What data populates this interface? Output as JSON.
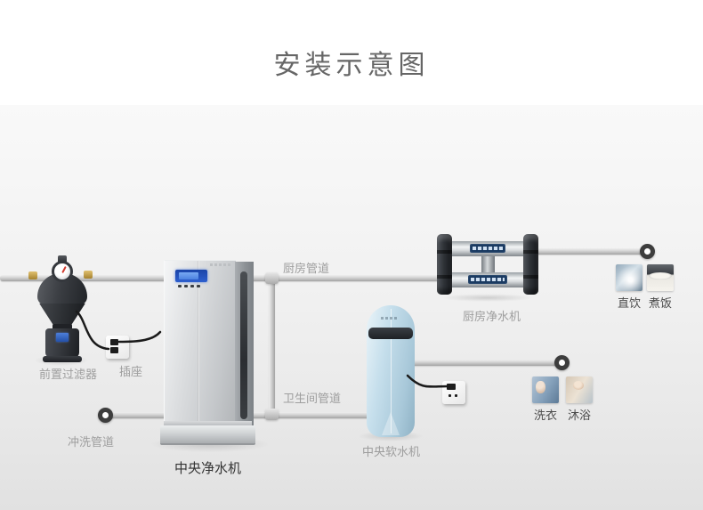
{
  "title": "安装示意图",
  "devices": {
    "pre_filter": {
      "label": "前置过滤器"
    },
    "power_socket": {
      "label": "插座"
    },
    "central_purifier": {
      "label": "中央净水机"
    },
    "central_softener": {
      "label": "中央软水机"
    },
    "kitchen_purifier": {
      "label": "厨房净水机"
    }
  },
  "pipes": {
    "kitchen": {
      "label": "厨房管道"
    },
    "bathroom": {
      "label": "卫生间管道"
    },
    "flush": {
      "label": "冲洗管道"
    }
  },
  "outlets": {
    "drink": {
      "label": "直饮"
    },
    "cook": {
      "label": "煮饭"
    },
    "laundry": {
      "label": "洗衣"
    },
    "bath": {
      "label": "沐浴"
    }
  },
  "colors": {
    "title_text": "#666666",
    "minor_label": "#9e9e9e",
    "primary_label": "#333333",
    "display_blue": "#2d5fce",
    "softener_blue": "#bcd8e8",
    "pipe_gray": "#c2c2c2",
    "device_dark": "#2b2e33",
    "canvas_background": "#f1f1f1"
  }
}
